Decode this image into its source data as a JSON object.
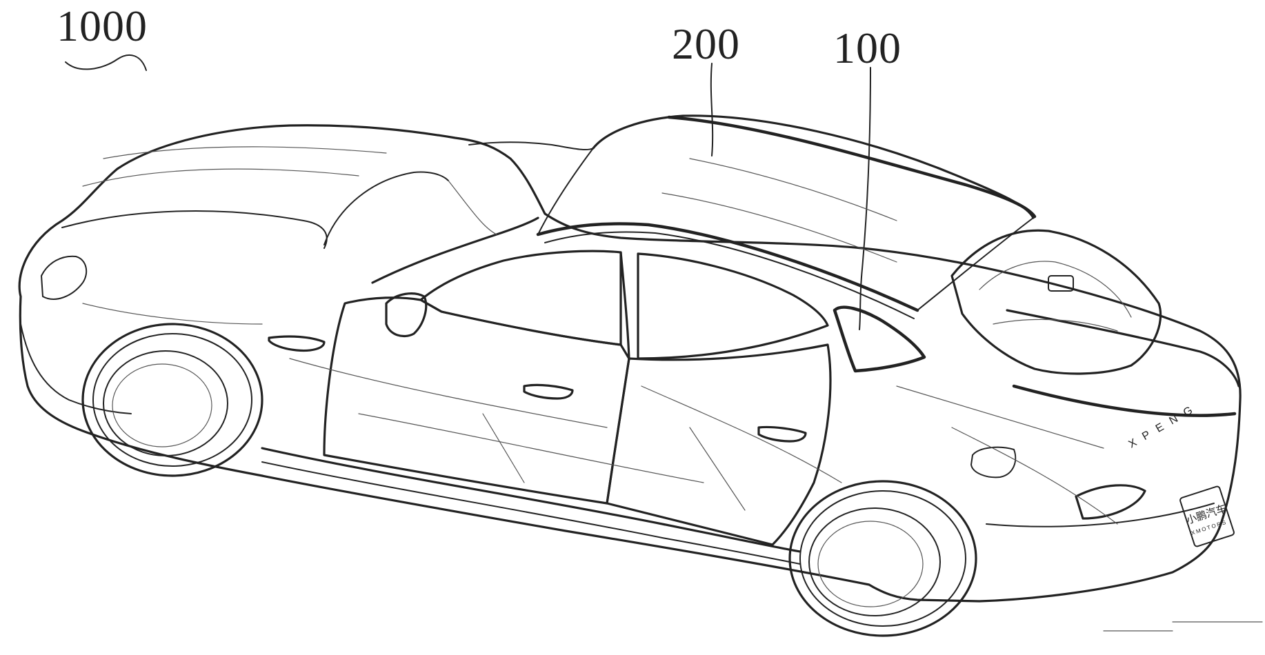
{
  "figure": {
    "reference_numerals": {
      "vehicle": "1000",
      "roof_panel": "200",
      "side_part": "100"
    },
    "brand_marks": {
      "rear_lettering": "XPENG",
      "plate_chinese": "小鹏汽车",
      "plate_latin": "XMOTORS"
    },
    "line_color": "#222222",
    "background_color": "#ffffff"
  }
}
